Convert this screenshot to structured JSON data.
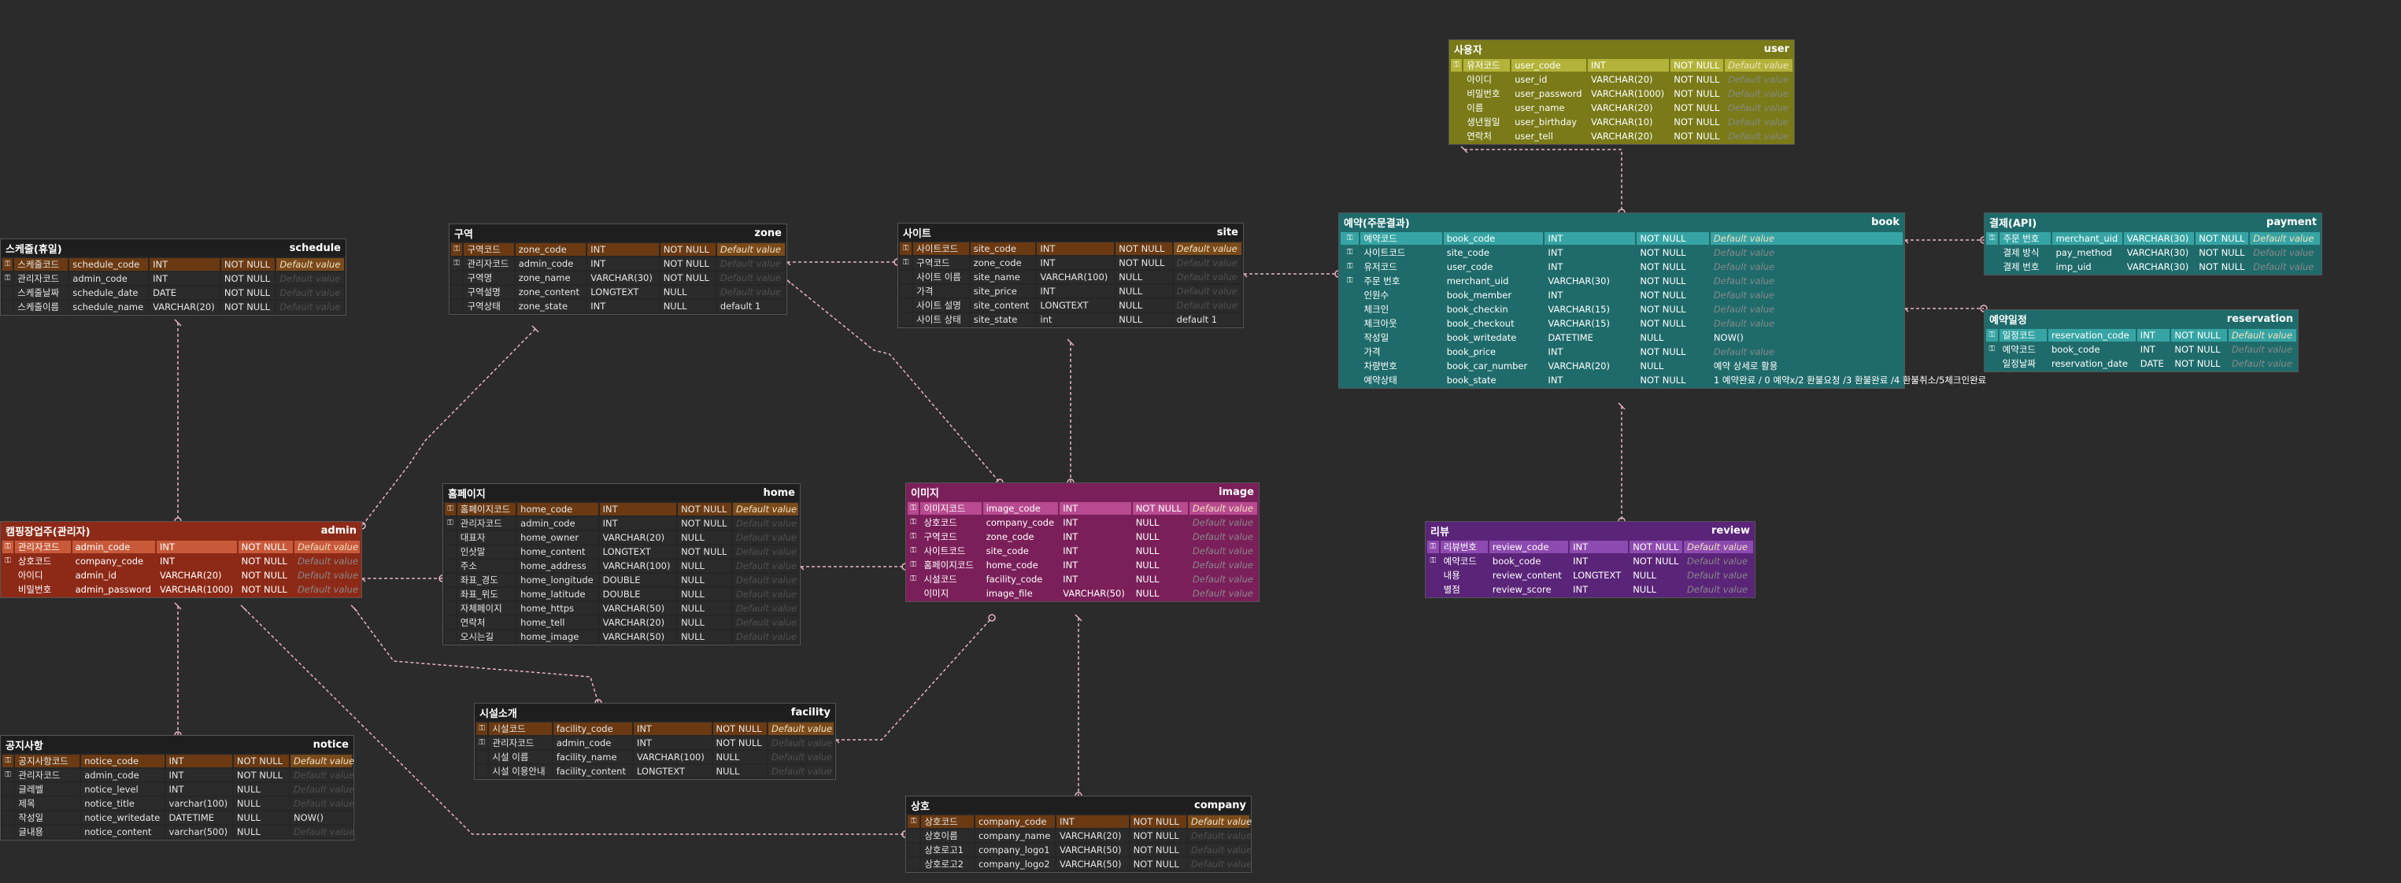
{
  "colors": {
    "background": "#2b2b2b",
    "link": "#e8b4c4",
    "placeholder_default": "Default value",
    "themes": {
      "gray": {
        "header": "#1e1e1e",
        "pk": "#6b3a12",
        "fk": "#3a3a3a",
        "row": "#2e2e2e",
        "text": "#e6e6e6"
      },
      "red": {
        "header": "#8d2a17",
        "pk": "#c85a3a",
        "fk": "#8d2a17",
        "row": "#8d2a17",
        "text": "#ffffff"
      },
      "teal": {
        "header": "#1f6b6b",
        "pk": "#36a4a4",
        "fk": "#1f6b6b",
        "row": "#1f6b6b",
        "text": "#ffffff"
      },
      "olive": {
        "header": "#7a7a18",
        "pk": "#b3b33a",
        "fk": "#7a7a18",
        "row": "#7a7a18",
        "text": "#ffffff"
      },
      "magenta": {
        "header": "#7b1f5a",
        "pk": "#b84a8f",
        "fk": "#7b1f5a",
        "row": "#7b1f5a",
        "text": "#ffffff"
      },
      "purple": {
        "header": "#5a2478",
        "pk": "#8d4ab0",
        "fk": "#5a2478",
        "row": "#5a2478",
        "text": "#ffffff"
      }
    }
  },
  "entities": [
    {
      "id": "user",
      "kor": "사용자",
      "eng": "user",
      "theme": "olive",
      "rows": [
        [
          "PK",
          "유저코드",
          "user_code",
          "INT",
          "NOT NULL",
          "Default value"
        ],
        [
          "",
          "아이디",
          "user_id",
          "VARCHAR(20)",
          "NOT NULL",
          "Default value"
        ],
        [
          "",
          "비밀번호",
          "user_password",
          "VARCHAR(1000)",
          "NOT NULL",
          "Default value"
        ],
        [
          "",
          "이름",
          "user_name",
          "VARCHAR(20)",
          "NOT NULL",
          "Default value"
        ],
        [
          "",
          "생년월일",
          "user_birthday",
          "VARCHAR(10)",
          "NOT NULL",
          "Default value"
        ],
        [
          "",
          "연락처",
          "user_tell",
          "VARCHAR(20)",
          "NOT NULL",
          "Default value"
        ]
      ]
    },
    {
      "id": "book",
      "kor": "예약(주문결과)",
      "eng": "book",
      "theme": "teal",
      "rows": [
        [
          "PK",
          "예약코드",
          "book_code",
          "INT",
          "NOT NULL",
          "Default value"
        ],
        [
          "FK",
          "사이트코드",
          "site_code",
          "INT",
          "NOT NULL",
          "Default value"
        ],
        [
          "FK",
          "유저코드",
          "user_code",
          "INT",
          "NOT NULL",
          "Default value"
        ],
        [
          "FK",
          "주문 번호",
          "merchant_uid",
          "VARCHAR(30)",
          "NOT NULL",
          "Default value"
        ],
        [
          "",
          "인원수",
          "book_member",
          "INT",
          "NOT NULL",
          "Default value"
        ],
        [
          "",
          "체크인",
          "book_checkin",
          "VARCHAR(15)",
          "NOT NULL",
          "Default value"
        ],
        [
          "",
          "체크아웃",
          "book_checkout",
          "VARCHAR(15)",
          "NOT NULL",
          "Default value"
        ],
        [
          "",
          "작성일",
          "book_writedate",
          "DATETIME",
          "NULL",
          "NOW()"
        ],
        [
          "",
          "가격",
          "book_price",
          "INT",
          "NOT NULL",
          "Default value"
        ],
        [
          "",
          "차량번호",
          "book_car_number",
          "VARCHAR(20)",
          "NULL",
          "예약 상세로 활용"
        ],
        [
          "",
          "예약상태",
          "book_state",
          "INT",
          "NOT NULL",
          "1 예약완료 / 0 예약x/2 환불요청 /3 환불완료 /4 환불취소/5체크인완료"
        ]
      ]
    },
    {
      "id": "payment",
      "kor": "결제(API)",
      "eng": "payment",
      "theme": "teal",
      "rows": [
        [
          "PK",
          "주문 번호",
          "merchant_uid",
          "VARCHAR(30)",
          "NOT NULL",
          "Default value"
        ],
        [
          "",
          "결제 방식",
          "pay_method",
          "VARCHAR(30)",
          "NOT NULL",
          "Default value"
        ],
        [
          "",
          "결제 번호",
          "imp_uid",
          "VARCHAR(30)",
          "NOT NULL",
          "Default value"
        ]
      ]
    },
    {
      "id": "reservation",
      "kor": "예약일정",
      "eng": "reservation",
      "theme": "teal",
      "rows": [
        [
          "PK",
          "일정코드",
          "reservation_code",
          "INT",
          "NOT NULL",
          "Default value"
        ],
        [
          "FK",
          "예약코드",
          "book_code",
          "INT",
          "NOT NULL",
          "Default value"
        ],
        [
          "",
          "일정날짜",
          "reservation_date",
          "DATE",
          "NOT NULL",
          "Default value"
        ]
      ]
    },
    {
      "id": "review",
      "kor": "리뷰",
      "eng": "review",
      "theme": "purple",
      "rows": [
        [
          "PK",
          "리뷰번호",
          "review_code",
          "INT",
          "NOT NULL",
          "Default value"
        ],
        [
          "FK",
          "예약코드",
          "book_code",
          "INT",
          "NOT NULL",
          "Default value"
        ],
        [
          "",
          "내용",
          "review_content",
          "LONGTEXT",
          "NULL",
          "Default value"
        ],
        [
          "",
          "별점",
          "review_score",
          "INT",
          "NULL",
          "Default value"
        ]
      ]
    },
    {
      "id": "schedule",
      "kor": "스케줄(휴일)",
      "eng": "schedule",
      "theme": "gray",
      "rows": [
        [
          "PK",
          "스케줄코드",
          "schedule_code",
          "INT",
          "NOT NULL",
          "Default value"
        ],
        [
          "FK",
          "관리자코드",
          "admin_code",
          "INT",
          "NOT NULL",
          "Default value"
        ],
        [
          "",
          "스케줄날짜",
          "schedule_date",
          "DATE",
          "NOT NULL",
          "Default value"
        ],
        [
          "",
          "스케줄이름",
          "schedule_name",
          "VARCHAR(20)",
          "NOT NULL",
          "Default value"
        ]
      ]
    },
    {
      "id": "zone",
      "kor": "구역",
      "eng": "zone",
      "theme": "gray",
      "rows": [
        [
          "PK",
          "구역코드",
          "zone_code",
          "INT",
          "NOT NULL",
          "Default value"
        ],
        [
          "FK",
          "관리자코드",
          "admin_code",
          "INT",
          "NOT NULL",
          "Default value"
        ],
        [
          "",
          "구역명",
          "zone_name",
          "VARCHAR(30)",
          "NOT NULL",
          "Default value"
        ],
        [
          "",
          "구역설명",
          "zone_content",
          "LONGTEXT",
          "NULL",
          "Default value"
        ],
        [
          "",
          "구역상태",
          "zone_state",
          "INT",
          "NULL",
          "default 1"
        ]
      ]
    },
    {
      "id": "site",
      "kor": "사이트",
      "eng": "site",
      "theme": "gray",
      "rows": [
        [
          "PK",
          "사이트코드",
          "site_code",
          "INT",
          "NOT NULL",
          "Default value"
        ],
        [
          "FK",
          "구역코드",
          "zone_code",
          "INT",
          "NOT NULL",
          "Default value"
        ],
        [
          "",
          "사이트 이름",
          "site_name",
          "VARCHAR(100)",
          "NULL",
          "Default value"
        ],
        [
          "",
          "가격",
          "site_price",
          "INT",
          "NULL",
          "Default value"
        ],
        [
          "",
          "사이트 설명",
          "site_content",
          "LONGTEXT",
          "NULL",
          "Default value"
        ],
        [
          "",
          "사이트 상태",
          "site_state",
          "int",
          "NULL",
          "default 1"
        ]
      ]
    },
    {
      "id": "admin",
      "kor": "캠핑장업주(관리자)",
      "eng": "admin",
      "theme": "red",
      "rows": [
        [
          "PK",
          "관리자코드",
          "admin_code",
          "INT",
          "NOT NULL",
          "Default value"
        ],
        [
          "FK",
          "상호코드",
          "company_code",
          "INT",
          "NOT NULL",
          "Default value"
        ],
        [
          "",
          "아이디",
          "admin_id",
          "VARCHAR(20)",
          "NOT NULL",
          "Default value"
        ],
        [
          "",
          "비밀번호",
          "admin_password",
          "VARCHAR(1000)",
          "NOT NULL",
          "Default value"
        ]
      ]
    },
    {
      "id": "home",
      "kor": "홈페이지",
      "eng": "home",
      "theme": "gray",
      "rows": [
        [
          "PK",
          "홈페이지코드",
          "home_code",
          "INT",
          "NOT NULL",
          "Default value"
        ],
        [
          "FK",
          "관리자코드",
          "admin_code",
          "INT",
          "NOT NULL",
          "Default value"
        ],
        [
          "",
          "대표자",
          "home_owner",
          "VARCHAR(20)",
          "NULL",
          "Default value"
        ],
        [
          "",
          "인삿말",
          "home_content",
          "LONGTEXT",
          "NOT NULL",
          "Default value"
        ],
        [
          "",
          "주소",
          "home_address",
          "VARCHAR(100)",
          "NULL",
          "Default value"
        ],
        [
          "",
          "좌표_경도",
          "home_longitude",
          "DOUBLE",
          "NULL",
          "Default value"
        ],
        [
          "",
          "좌표_위도",
          "home_latitude",
          "DOUBLE",
          "NULL",
          "Default value"
        ],
        [
          "",
          "자체페이지",
          "home_https",
          "VARCHAR(50)",
          "NULL",
          "Default value"
        ],
        [
          "",
          "연락처",
          "home_tell",
          "VARCHAR(20)",
          "NULL",
          "Default value"
        ],
        [
          "",
          "오시는길",
          "home_image",
          "VARCHAR(50)",
          "NULL",
          "Default value"
        ]
      ]
    },
    {
      "id": "image",
      "kor": "이미지",
      "eng": "image",
      "theme": "magenta",
      "rows": [
        [
          "PK",
          "이미지코드",
          "image_code",
          "INT",
          "NOT NULL",
          "Default value"
        ],
        [
          "FK",
          "상호코드",
          "company_code",
          "INT",
          "NULL",
          "Default value"
        ],
        [
          "FK",
          "구역코드",
          "zone_code",
          "INT",
          "NULL",
          "Default value"
        ],
        [
          "FK",
          "사이트코드",
          "site_code",
          "INT",
          "NULL",
          "Default value"
        ],
        [
          "FK",
          "홈페이지코드",
          "home_code",
          "INT",
          "NULL",
          "Default value"
        ],
        [
          "FK",
          "시설코드",
          "facility_code",
          "INT",
          "NULL",
          "Default value"
        ],
        [
          "",
          "이미지",
          "image_file",
          "VARCHAR(50)",
          "NULL",
          "Default value"
        ]
      ]
    },
    {
      "id": "notice",
      "kor": "공지사항",
      "eng": "notice",
      "theme": "gray",
      "rows": [
        [
          "PK",
          "공지사항코드",
          "notice_code",
          "INT",
          "NOT NULL",
          "Default value"
        ],
        [
          "FK",
          "관리자코드",
          "admin_code",
          "INT",
          "NOT NULL",
          "Default value"
        ],
        [
          "",
          "글레벨",
          "notice_level",
          "INT",
          "NULL",
          "Default value"
        ],
        [
          "",
          "제목",
          "notice_title",
          "varchar(100)",
          "NULL",
          "Default value"
        ],
        [
          "",
          "작성일",
          "notice_writedate",
          "DATETIME",
          "NULL",
          "NOW()"
        ],
        [
          "",
          "글내용",
          "notice_content",
          "varchar(500)",
          "NULL",
          "Default value"
        ]
      ]
    },
    {
      "id": "facility",
      "kor": "시설소개",
      "eng": "facility",
      "theme": "gray",
      "rows": [
        [
          "PK",
          "시설코드",
          "facility_code",
          "INT",
          "NOT NULL",
          "Default value"
        ],
        [
          "FK",
          "관리자코드",
          "admin_code",
          "INT",
          "NOT NULL",
          "Default value"
        ],
        [
          "",
          "시설 이름",
          "facility_name",
          "VARCHAR(100)",
          "NULL",
          "Default value"
        ],
        [
          "",
          "시설 이용안내",
          "facility_content",
          "LONGTEXT",
          "NULL",
          "Default value"
        ]
      ]
    },
    {
      "id": "company",
      "kor": "상호",
      "eng": "company",
      "theme": "gray",
      "rows": [
        [
          "PK",
          "상호코드",
          "company_code",
          "INT",
          "NOT NULL",
          "Default value"
        ],
        [
          "",
          "상호이름",
          "company_name",
          "VARCHAR(20)",
          "NOT NULL",
          "Default value"
        ],
        [
          "",
          "상호로고1",
          "company_logo1",
          "VARCHAR(50)",
          "NOT NULL",
          "Default value"
        ],
        [
          "",
          "상호로고2",
          "company_logo2",
          "VARCHAR(50)",
          "NOT NULL",
          "Default value"
        ]
      ]
    }
  ],
  "key_icons": {
    "PK": "key-icon",
    "FK": "foreign-key-icon"
  }
}
